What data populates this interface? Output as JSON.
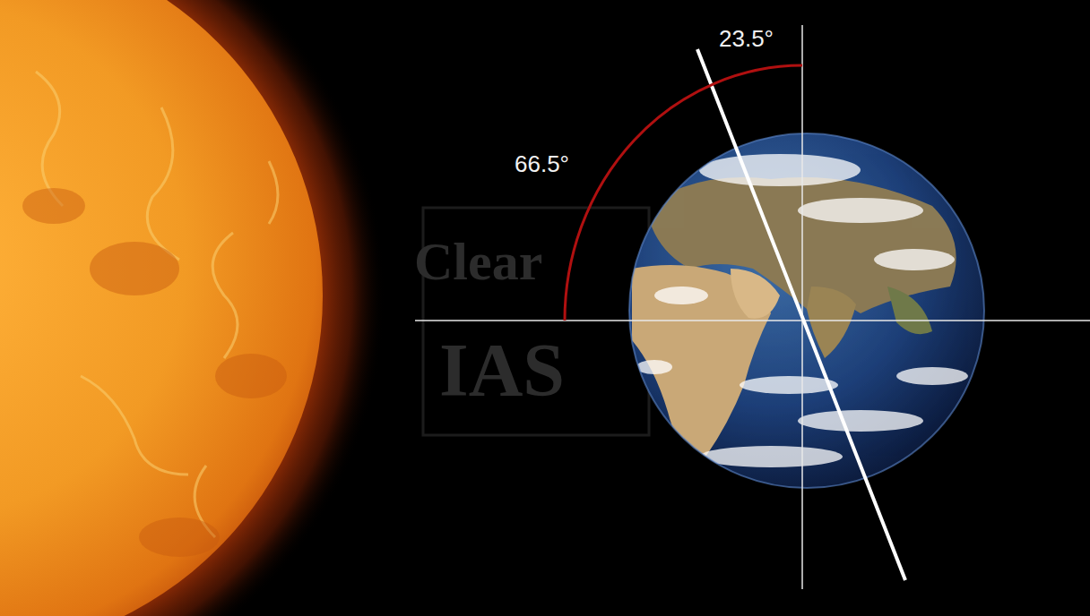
{
  "diagram": {
    "labels": [
      "23.5°",
      "66.5°",
      "Clear",
      "IAS"
    ]
  }
}
